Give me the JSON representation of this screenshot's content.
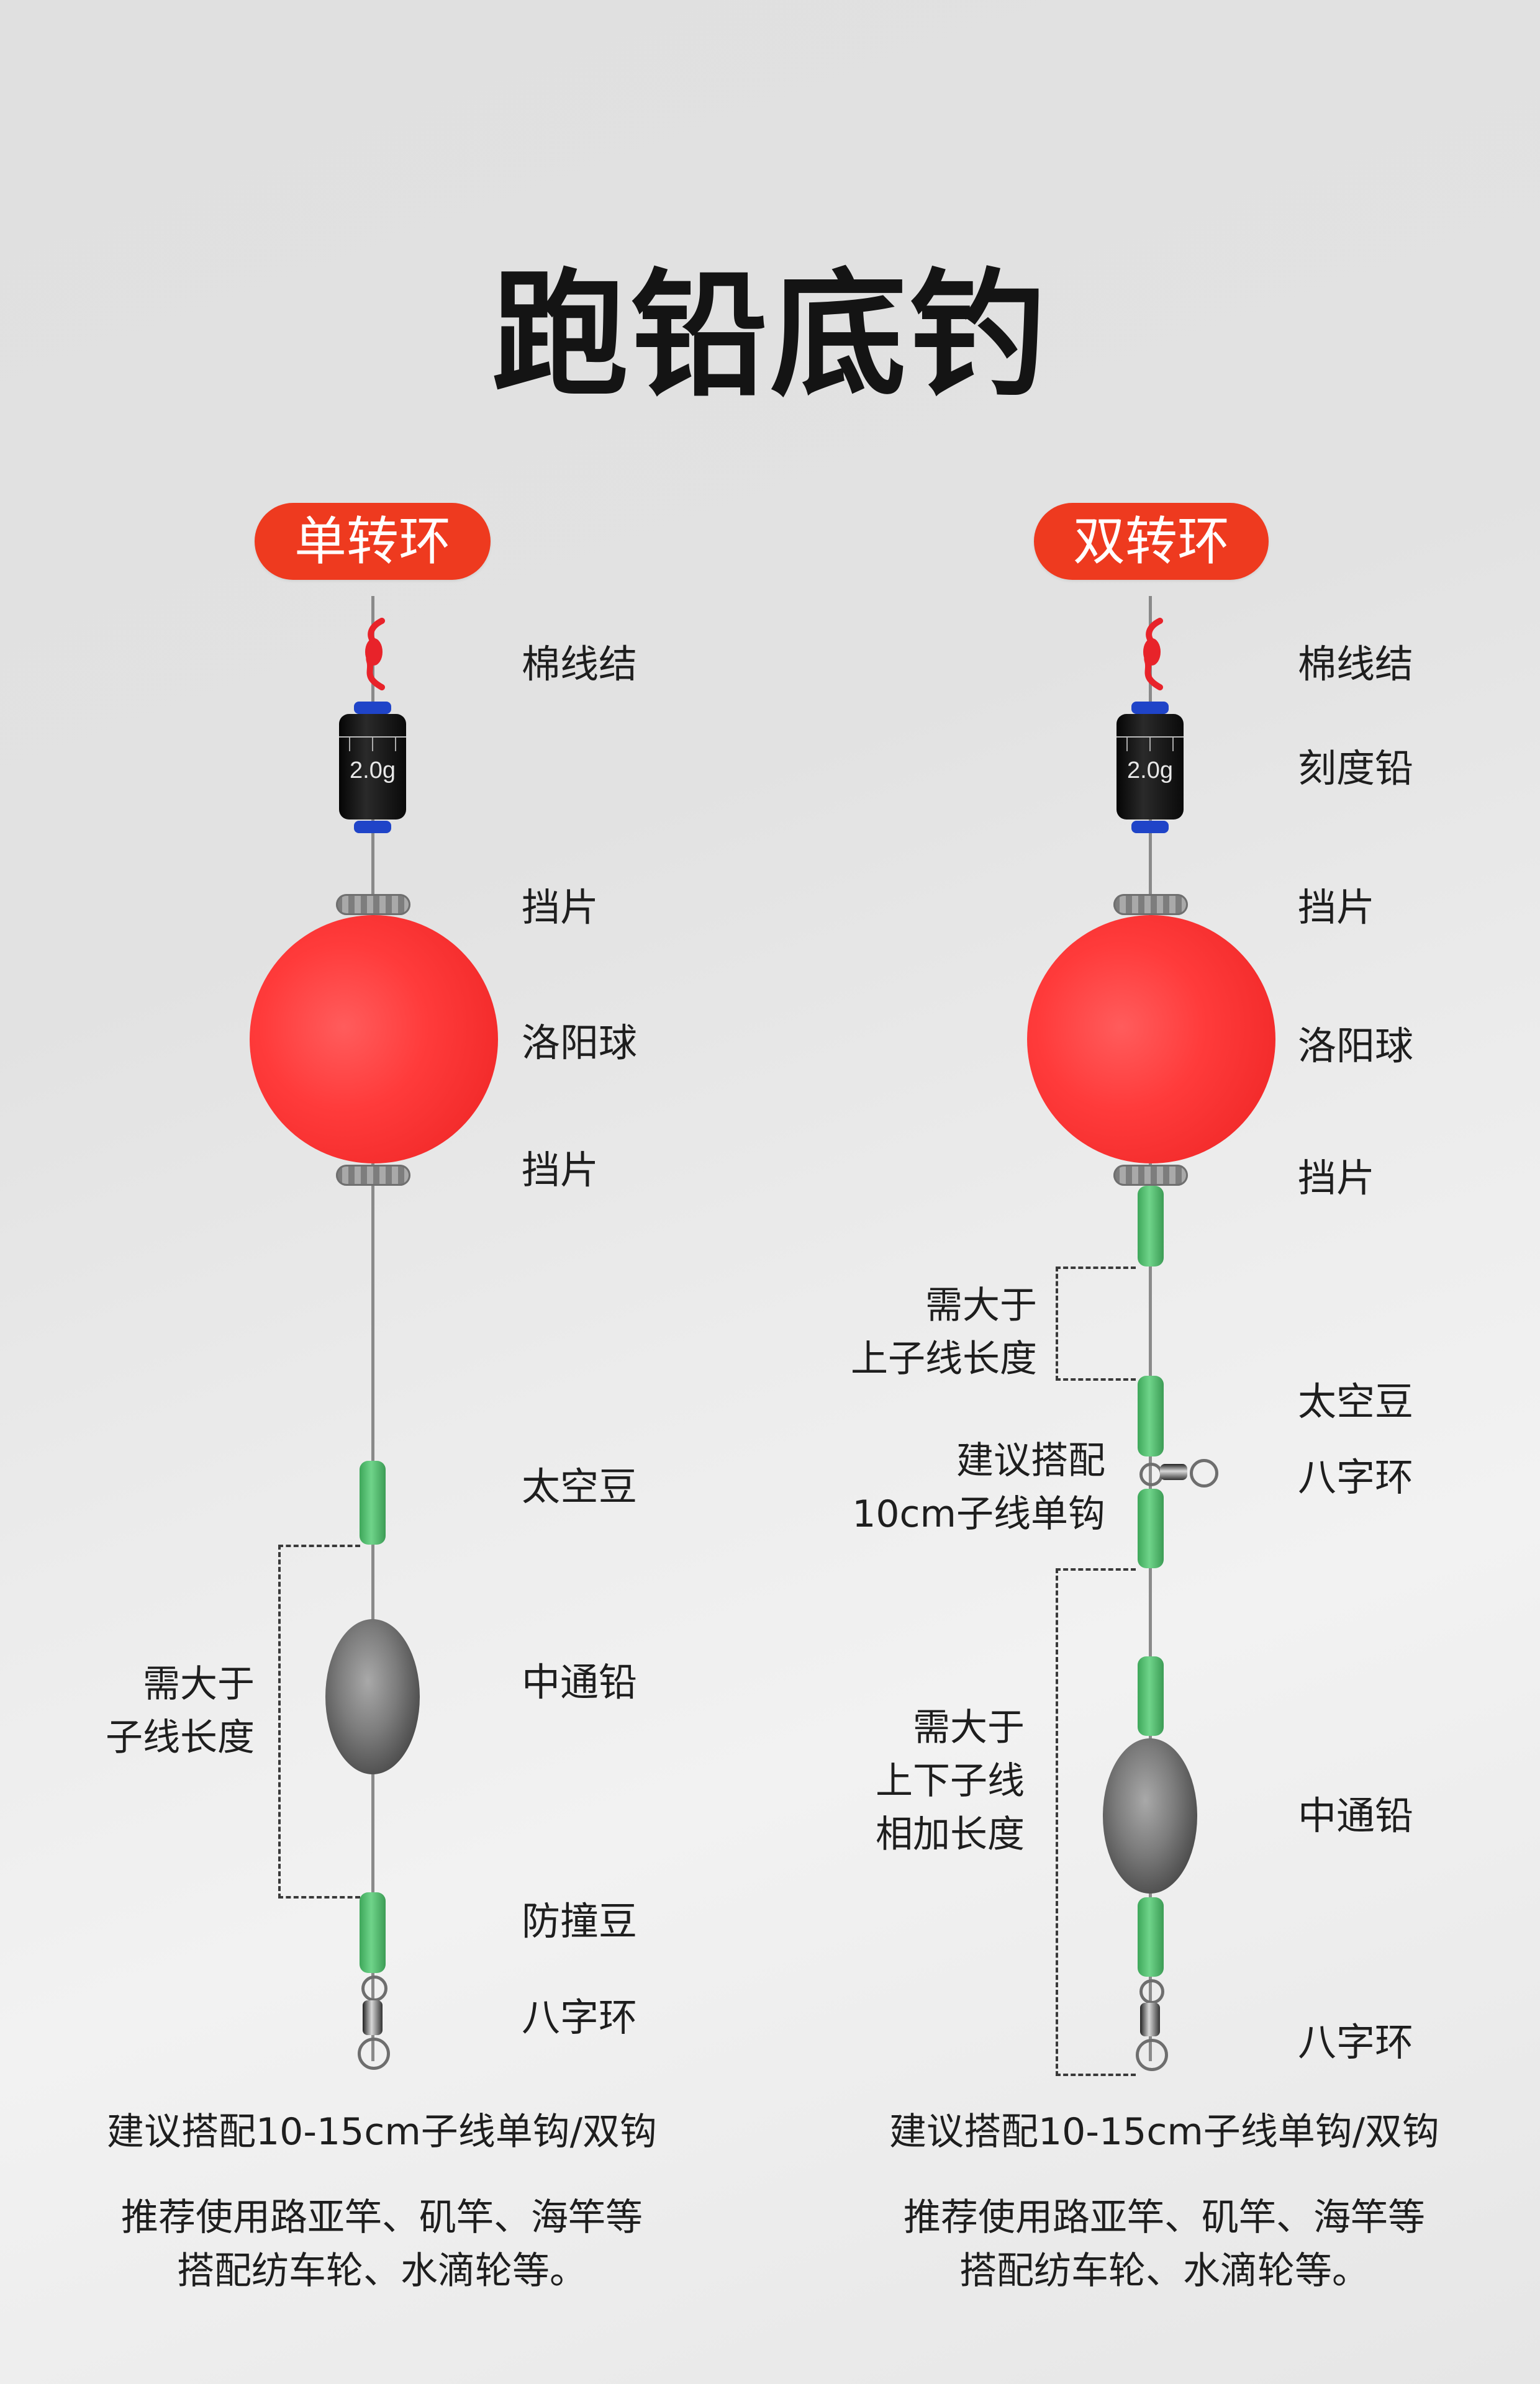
{
  "title": "跑铅底钓",
  "left": {
    "badge": "单转环",
    "weight_label": "2.0g",
    "labels": {
      "cotton_knot": "棉线结",
      "stopper_top": "挡片",
      "luoyang_ball": "洛阳球",
      "stopper_bottom": "挡片",
      "space_bean": "太空豆",
      "center_sinker": "中通铅",
      "bumper_bean": "防撞豆",
      "swivel": "八字环"
    },
    "note": [
      "需大于",
      "子线长度"
    ],
    "bottom_lines": [
      "建议搭配10-15cm子线单钩/双钩",
      "推荐使用路亚竿、矶竿、海竿等",
      "搭配纺车轮、水滴轮等。"
    ]
  },
  "right": {
    "badge": "双转环",
    "weight_label": "2.0g",
    "labels": {
      "cotton_knot": "棉线结",
      "scale_sinker": "刻度铅",
      "stopper_top": "挡片",
      "luoyang_ball": "洛阳球",
      "stopper_bottom": "挡片",
      "space_bean": "太空豆",
      "swivel_mid": "八字环",
      "center_sinker": "中通铅",
      "swivel_bottom": "八字环"
    },
    "note_upper": [
      "需大于",
      "上子线长度"
    ],
    "note_hook": [
      "建议搭配",
      "10cm子线单钩"
    ],
    "note_lower": [
      "需大于",
      "上下子线",
      "相加长度"
    ],
    "bottom_lines": [
      "建议搭配10-15cm子线单钩/双钩",
      "推荐使用路亚竿、矶竿、海竿等",
      "搭配纺车轮、水滴轮等。"
    ]
  },
  "colors": {
    "badge": "#ee3a1f",
    "ball": "#ff3b3b",
    "bead": "#5cc07a",
    "weight_cap": "#1f44c8",
    "knot": "#e8232a"
  }
}
